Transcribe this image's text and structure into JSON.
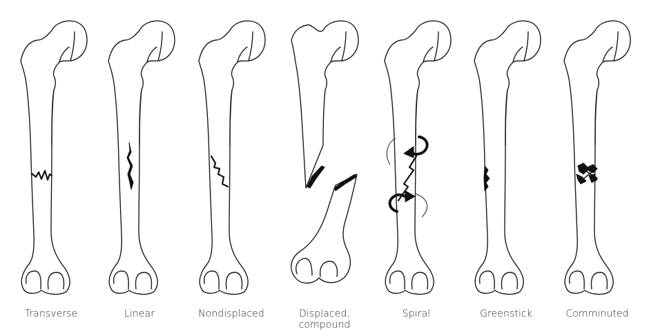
{
  "diagram": {
    "fracture_types": [
      {
        "id": "transverse",
        "label": "Transverse"
      },
      {
        "id": "linear",
        "label": "Linear"
      },
      {
        "id": "nondisplaced",
        "label": "Nondisplaced"
      },
      {
        "id": "displaced",
        "label": "Displaced,",
        "label_line2": "compound"
      },
      {
        "id": "spiral",
        "label": "Spiral"
      },
      {
        "id": "greenstick",
        "label": "Greenstick"
      },
      {
        "id": "comminuted",
        "label": "Comminuted"
      }
    ]
  },
  "colors": {
    "background": "#ffffff",
    "line": "#1a1a1a",
    "fracture": "#111111",
    "label_text": "#2a2a2a"
  }
}
